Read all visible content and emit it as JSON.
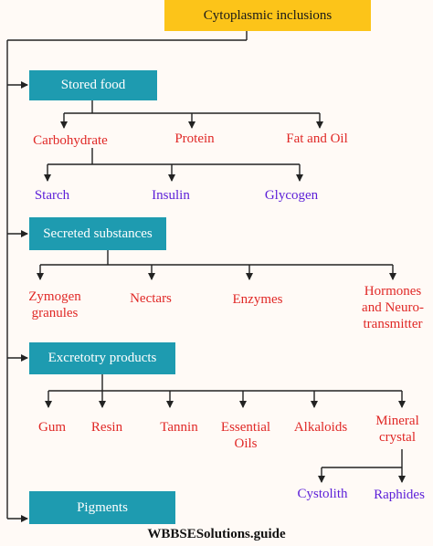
{
  "root": "Cytoplasmic inclusions",
  "categories": {
    "stored_food": "Stored food",
    "secreted": "Secreted substances",
    "excretory": "Excretotry products",
    "pigments": "Pigments"
  },
  "stored_food": {
    "carbohydrate": "Carbohydrate",
    "protein": "Protein",
    "fat_oil": "Fat and Oil",
    "starch": "Starch",
    "insulin": "Insulin",
    "glycogen": "Glycogen"
  },
  "secreted": {
    "zymogen_1": "Zymogen",
    "zymogen_2": "granules",
    "nectars": "Nectars",
    "enzymes": "Enzymes",
    "hormones_1": "Hormones",
    "hormones_2": "and Neuro-",
    "hormones_3": "transmitter"
  },
  "excretory": {
    "gum": "Gum",
    "resin": "Resin",
    "tannin": "Tannin",
    "essential_1": "Essential",
    "essential_2": "Oils",
    "alkaloids": "Alkaloids",
    "mineral_1": "Mineral",
    "mineral_2": "crystal",
    "cystolith": "Cystolith",
    "raphides": "Raphides"
  },
  "footer": "WBBSESolutions.guide",
  "colors": {
    "root_fill": "#fcc419",
    "category_fill": "#1e9bb0",
    "level_one_text": "#e02826",
    "level_two_text": "#5b1ed8"
  }
}
